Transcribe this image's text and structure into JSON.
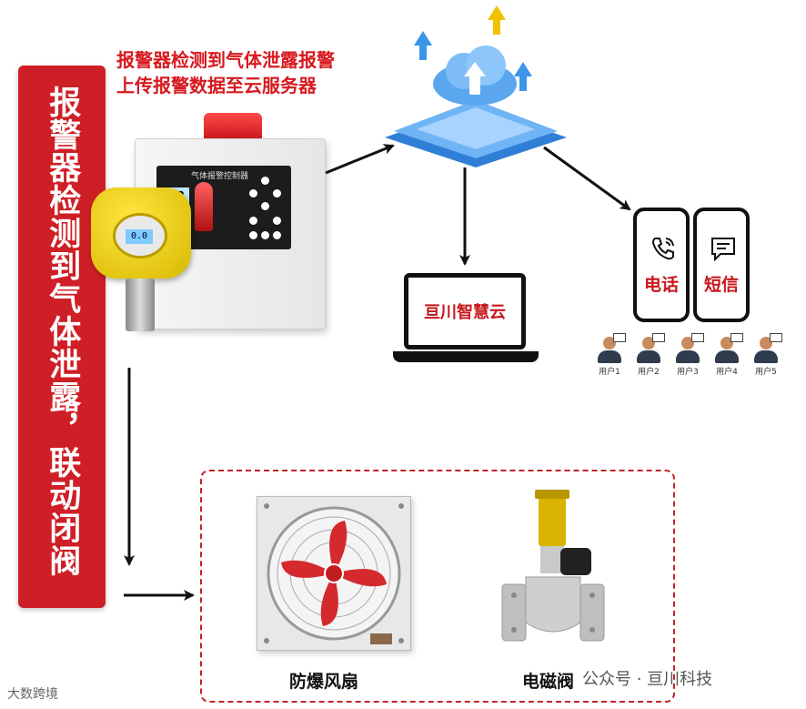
{
  "side_banner": {
    "text": "报警器检测到气体泄露，联动闭阀"
  },
  "top_caption": {
    "line1": "报警器检测到气体泄露报警",
    "line2": "上传报警数据至云服务器"
  },
  "controller": {
    "panel_title": "气体报警控制器",
    "display_value": "03"
  },
  "laptop": {
    "label": "亘川智慧云"
  },
  "phones": [
    {
      "label": "电话",
      "icon": "phone-call-icon"
    },
    {
      "label": "短信",
      "icon": "sms-icon"
    }
  ],
  "users": [
    "用户1",
    "用户2",
    "用户3",
    "用户4",
    "用户5"
  ],
  "devices": {
    "fan_label": "防爆风扇",
    "valve_label": "电磁阀"
  },
  "watermarks": {
    "right": "公众号 · 亘川科技",
    "left": "大数跨境"
  },
  "colors": {
    "accent_red": "#cf1f26",
    "cloud_blue": "#3b95e8",
    "arrow_yellow": "#f2c200"
  }
}
